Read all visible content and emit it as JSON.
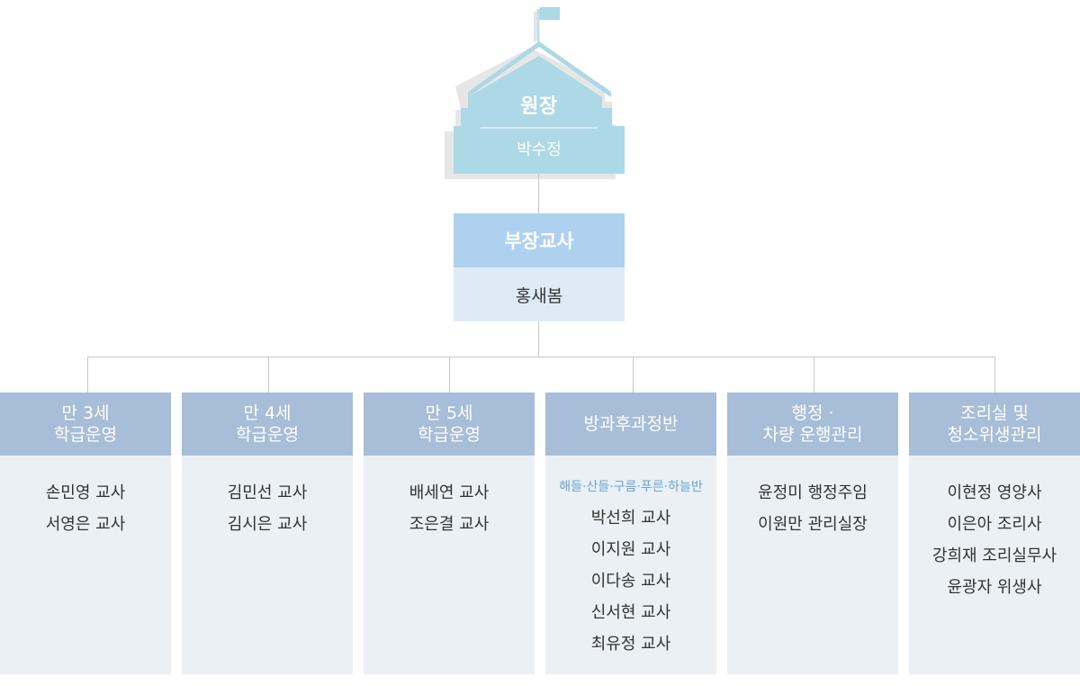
{
  "principal": {
    "title": "원장",
    "name": "박수정"
  },
  "head_teacher": {
    "title": "부장교사",
    "name": "홍새봄"
  },
  "departments": [
    {
      "title_lines": [
        "만 3세",
        "학급운영"
      ],
      "staff": [
        "손민영 교사",
        "서영은 교사"
      ]
    },
    {
      "title_lines": [
        "만 4세",
        "학급운영"
      ],
      "staff": [
        "김민선 교사",
        "김시은 교사"
      ]
    },
    {
      "title_lines": [
        "만 5세",
        "학급운영"
      ],
      "staff": [
        "배세연 교사",
        "조은결 교사"
      ]
    },
    {
      "title_lines": [
        "방과후과정반"
      ],
      "classes": "해들·산들·구름·푸른·하늘반",
      "staff": [
        "박선희 교사",
        "이지원 교사",
        "이다송 교사",
        "신서현 교사",
        "최유정 교사"
      ]
    },
    {
      "title_lines": [
        "행정 ·",
        "차량 운행관리"
      ],
      "staff": [
        "윤정미 행정주임",
        "이원만 관리실장"
      ]
    },
    {
      "title_lines": [
        "조리실 및",
        "청소위생관리"
      ],
      "staff": [
        "이현정 영양사",
        "이은아 조리사",
        "강희재 조리실무사",
        "윤광자 위생사"
      ]
    }
  ],
  "colors": {
    "building": "#add8e6",
    "building_shadow": "#e6e6e6",
    "head_title_bg": "#aed1ef",
    "head_name_bg": "#deebf7",
    "dept_header_bg": "#a7bdd8",
    "dept_body_bg": "#ebf0f4",
    "classes_text": "#6aa6d8",
    "connector": "#c8c8c8"
  }
}
